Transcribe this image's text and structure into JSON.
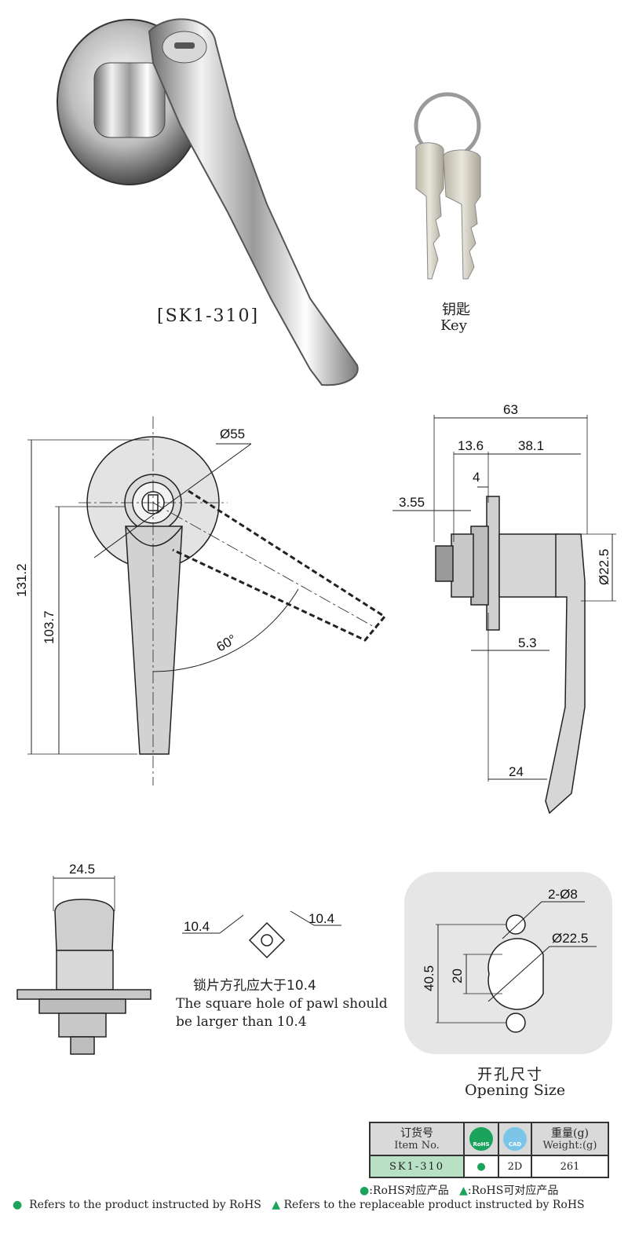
{
  "product": {
    "model_label": "[SK1-310]"
  },
  "key": {
    "label_cn": "钥匙",
    "label_en": "Key"
  },
  "front_view": {
    "dims": {
      "d55": "Ø55",
      "h1312": "131.2",
      "h1037": "103.7",
      "angle": "60°"
    }
  },
  "side_view": {
    "dims": {
      "w63": "63",
      "w136": "13.6",
      "w381": "38.1",
      "w4": "4",
      "w355": "3.55",
      "d225": "Ø22.5",
      "w53": "5.3",
      "w24": "24"
    }
  },
  "top_view": {
    "dims": {
      "w245": "24.5"
    }
  },
  "pawl": {
    "dim_left": "10.4",
    "dim_right": "10.4",
    "note_cn": "锁片方孔应大于10.4",
    "note_en_1": "The square hole of pawl should",
    "note_en_2": "be larger than 10.4"
  },
  "opening": {
    "dims": {
      "holes": "2-Ø8",
      "d225": "Ø22.5",
      "h405": "40.5",
      "h20": "20"
    },
    "label_cn": "开孔尺寸",
    "label_en": "Opening Size",
    "panel_color": "#e6e6e6"
  },
  "spec_table": {
    "header": {
      "item_cn": "订货号",
      "item_en": "Item No.",
      "rohs_icon_text": "RoHS",
      "cad_icon_text": "CAD",
      "weight_cn": "重量(g)",
      "weight_en": "Weight:(g)"
    },
    "row": {
      "item_no": "SK1-310",
      "rohs": "●",
      "cad": "2D",
      "weight": "261"
    },
    "item_cell_color": "#b8e0c4",
    "rohs_icon_color": "#1aa35a",
    "cad_icon_color": "#7bc6e8"
  },
  "legend": {
    "line1_a_sym": "●",
    "line1_a_text": ":RoHS对应产品",
    "line1_b_sym": "▲",
    "line1_b_text": ":RoHS可对应产品",
    "line2_a_sym": "●",
    "line2_a_text": "Refers to the product instructed by RoHS",
    "line2_b_sym": "▲",
    "line2_b_text": "Refers to the replaceable product instructed by RoHS",
    "symbol_color": "#1aa35a"
  }
}
